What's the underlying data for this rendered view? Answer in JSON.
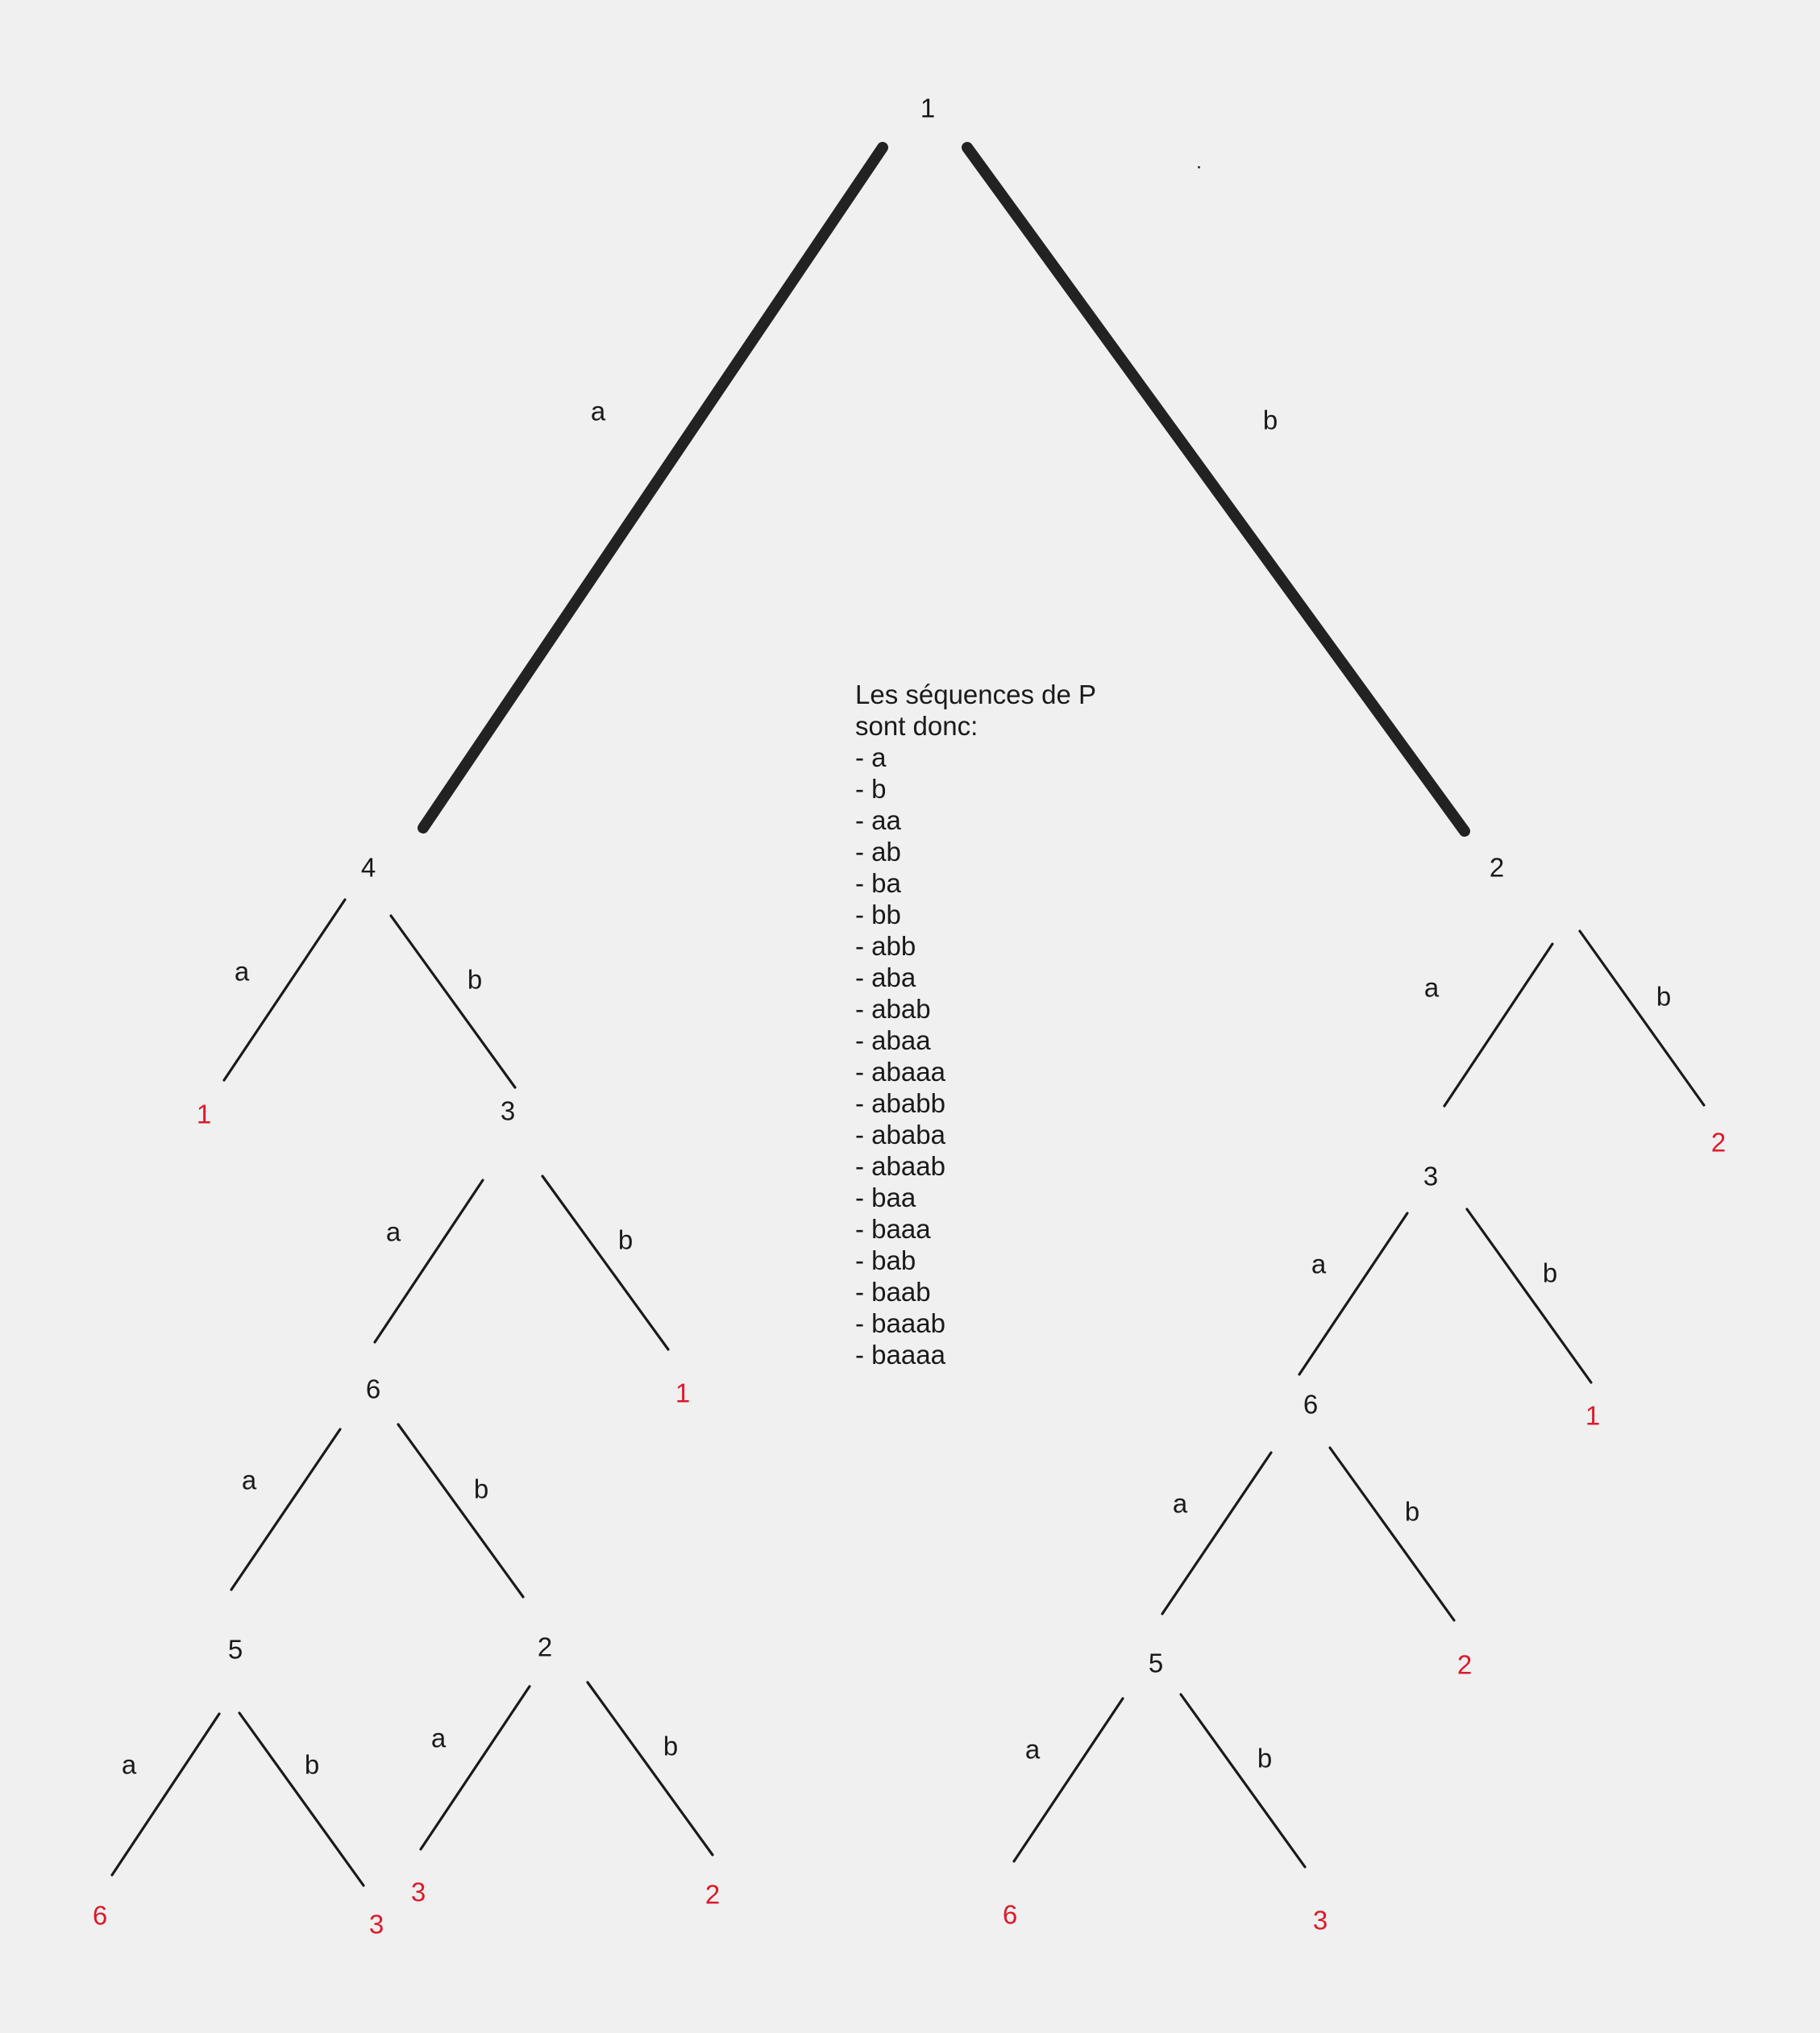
{
  "tree": {
    "root": "1",
    "nodes": [
      {
        "id": "n1",
        "label": "1",
        "leaf": false
      },
      {
        "id": "n4",
        "label": "4",
        "leaf": false
      },
      {
        "id": "n2",
        "label": "2",
        "leaf": false
      },
      {
        "id": "l4a",
        "label": "1",
        "leaf": true
      },
      {
        "id": "n3L",
        "label": "3",
        "leaf": false
      },
      {
        "id": "n6L",
        "label": "6",
        "leaf": false
      },
      {
        "id": "l3bL",
        "label": "1",
        "leaf": true
      },
      {
        "id": "n5L",
        "label": "5",
        "leaf": false
      },
      {
        "id": "n2L",
        "label": "2",
        "leaf": false
      },
      {
        "id": "l5aL",
        "label": "6",
        "leaf": true
      },
      {
        "id": "l5bL",
        "label": "3",
        "leaf": true
      },
      {
        "id": "l2aL",
        "label": "3",
        "leaf": true
      },
      {
        "id": "l2bL",
        "label": "2",
        "leaf": true
      },
      {
        "id": "n3R",
        "label": "3",
        "leaf": false
      },
      {
        "id": "l2bR",
        "label": "2",
        "leaf": true
      },
      {
        "id": "n6R",
        "label": "6",
        "leaf": false
      },
      {
        "id": "l3bR",
        "label": "1",
        "leaf": true
      },
      {
        "id": "n5R",
        "label": "5",
        "leaf": false
      },
      {
        "id": "l6bR",
        "label": "2",
        "leaf": true
      },
      {
        "id": "l5aR",
        "label": "6",
        "leaf": true
      },
      {
        "id": "l5bR",
        "label": "3",
        "leaf": true
      }
    ],
    "edges": [
      {
        "from": "n1",
        "to": "n4",
        "label": "a",
        "bold": true
      },
      {
        "from": "n1",
        "to": "n2",
        "label": "b",
        "bold": true
      },
      {
        "from": "n4",
        "to": "l4a",
        "label": "a"
      },
      {
        "from": "n4",
        "to": "n3L",
        "label": "b"
      },
      {
        "from": "n3L",
        "to": "n6L",
        "label": "a"
      },
      {
        "from": "n3L",
        "to": "l3bL",
        "label": "b"
      },
      {
        "from": "n6L",
        "to": "n5L",
        "label": "a"
      },
      {
        "from": "n6L",
        "to": "n2L",
        "label": "b"
      },
      {
        "from": "n5L",
        "to": "l5aL",
        "label": "a"
      },
      {
        "from": "n5L",
        "to": "l5bL",
        "label": "b"
      },
      {
        "from": "n2L",
        "to": "l2aL",
        "label": "a"
      },
      {
        "from": "n2L",
        "to": "l2bL",
        "label": "b"
      },
      {
        "from": "n2",
        "to": "n3R",
        "label": "a"
      },
      {
        "from": "n2",
        "to": "l2bR",
        "label": "b"
      },
      {
        "from": "n3R",
        "to": "n6R",
        "label": "a"
      },
      {
        "from": "n3R",
        "to": "l3bR",
        "label": "b"
      },
      {
        "from": "n6R",
        "to": "n5R",
        "label": "a"
      },
      {
        "from": "n6R",
        "to": "l6bR",
        "label": "b"
      },
      {
        "from": "n5R",
        "to": "l5aR",
        "label": "a"
      },
      {
        "from": "n5R",
        "to": "l5bR",
        "label": "b"
      }
    ]
  },
  "sequences": {
    "heading_line1": "Les séquences de P",
    "heading_line2": "sont donc:",
    "items": [
      "- a",
      "- b",
      "- aa",
      "- ab",
      "- ba",
      "- bb",
      "- abb",
      "- aba",
      "- abab",
      "- abaa",
      "- abaaa",
      "- ababb",
      "- ababa",
      "- abaab",
      "- baa",
      "- baaa",
      "- bab",
      "- baab",
      "- baaab",
      "- baaaa"
    ]
  },
  "colors": {
    "background": "#f0f0f0",
    "line": "#1a1a1a",
    "bold_line": "#222222",
    "leaf_label": "#e0182a",
    "text": "#1a1a1a"
  }
}
